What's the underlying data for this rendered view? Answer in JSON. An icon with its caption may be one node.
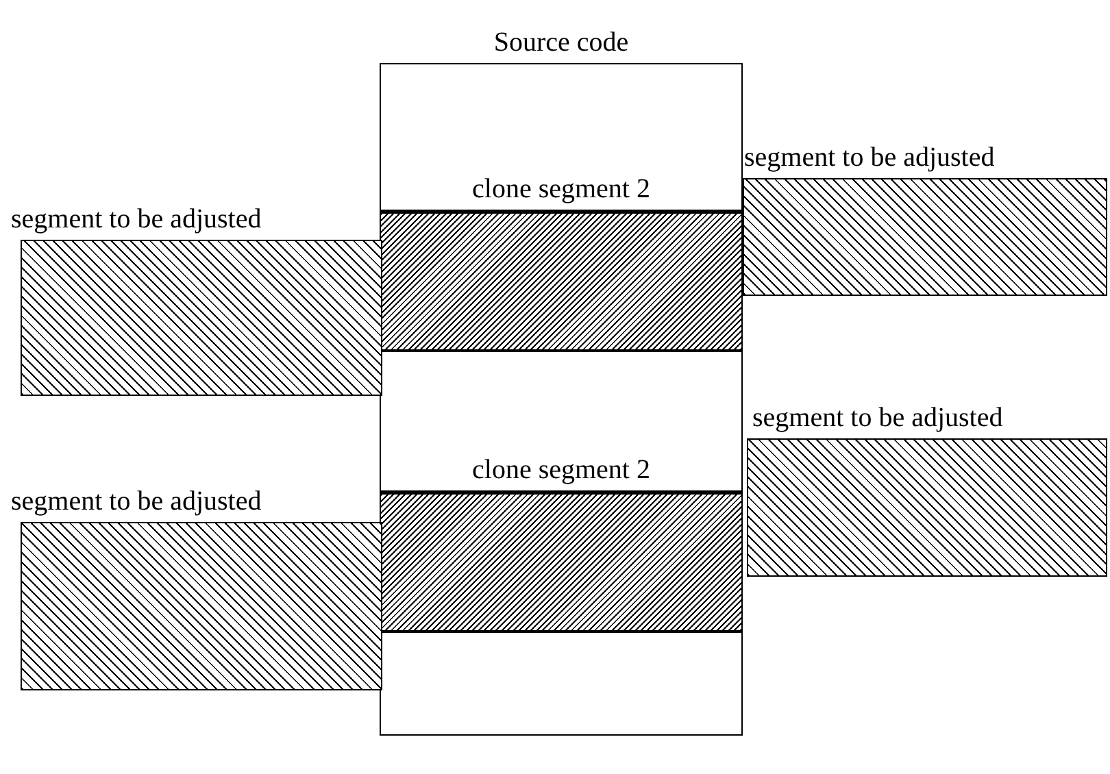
{
  "diagram": {
    "nodes": [
      {
        "text": [
          "Source code"
        ]
      },
      {
        "text": [
          "clone segment 2"
        ],
        "in": 0
      },
      {
        "text": [
          "segment to be adjusted"
        ]
      },
      {
        "text": [
          "segment to be adjusted"
        ]
      },
      {
        "text": [
          "clone segment 2"
        ],
        "in": 0
      },
      {
        "text": [
          "segment to be adjusted"
        ]
      },
      {
        "text": [
          "segment to be adjusted"
        ]
      }
    ]
  }
}
